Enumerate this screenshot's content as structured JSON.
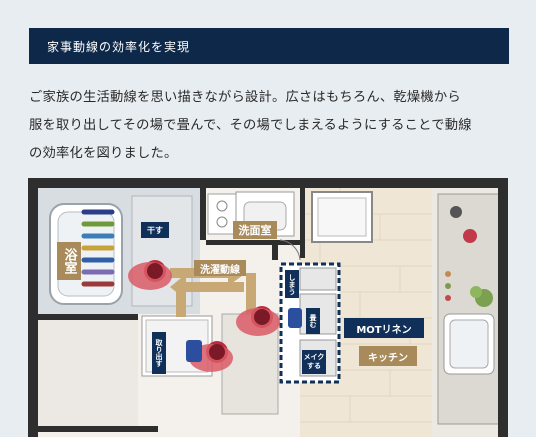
{
  "header": {
    "title": "家事動線の効率化を実現"
  },
  "description": {
    "lines": [
      "ご家族の生活動線を思い描きながら設計。広さはもちろん、乾燥機から",
      "服を取り出してその場で畳んで、その場でしまえるようにすることで動線",
      "の効率化を図りました。"
    ]
  },
  "floorplan": {
    "labels": {
      "bathroom": "浴室",
      "dry": "干す",
      "washroom": "洗面室",
      "laundry_route": "洗濯動線",
      "storage": "しまう",
      "fold": "畳む",
      "take_out": "取り出す",
      "make": "メイクする",
      "brand": "MOTリネン",
      "kitchen": "キッチン"
    },
    "colors": {
      "navy": "#10305a",
      "tan": "#a88a5b",
      "arrow": "#c8a874",
      "person": "#c03a4a"
    }
  }
}
